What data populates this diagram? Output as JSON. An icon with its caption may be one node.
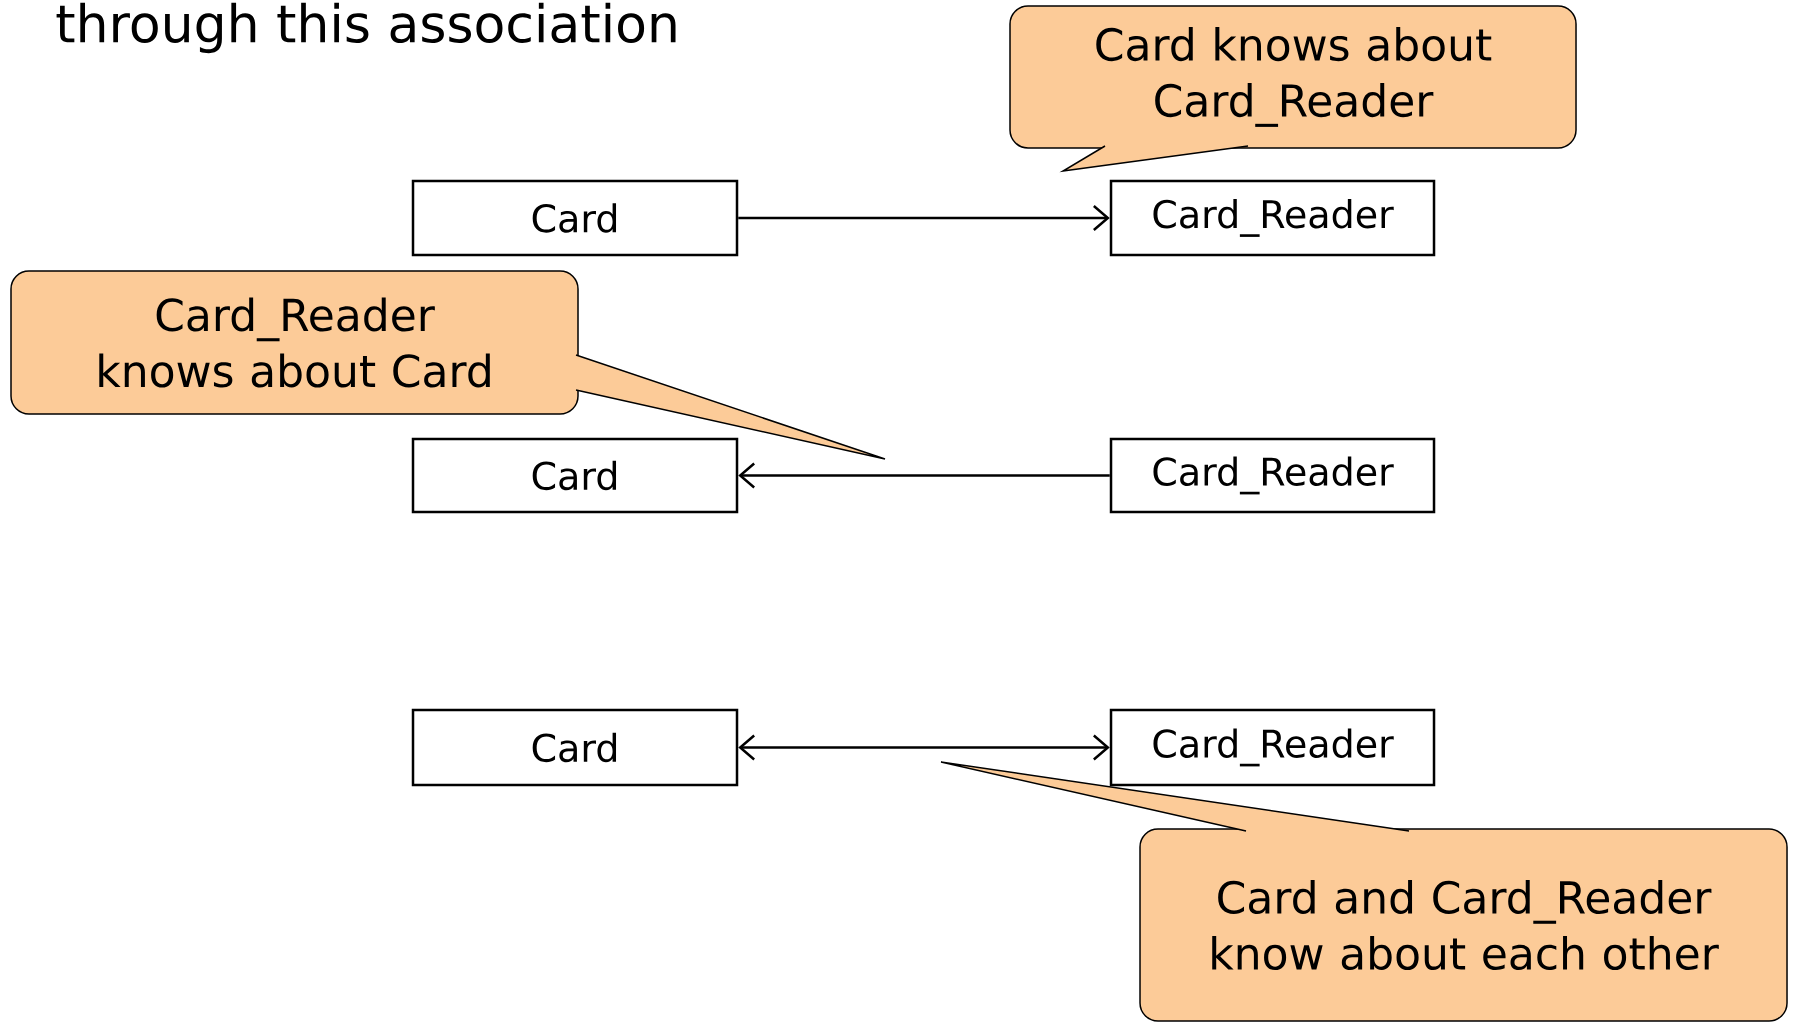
{
  "diagram": {
    "nodes": [
      {
        "text": [
          "Card knows about Card_Reader"
        ]
      },
      {
        "text": [
          "Card"
        ]
      },
      {
        "text": [
          "Card_Reader"
        ]
      },
      {
        "text": [
          "Card_Reader knows about Card"
        ]
      },
      {
        "text": [
          "Card"
        ]
      },
      {
        "text": [
          "Card_Reader"
        ]
      },
      {
        "text": [
          "Card"
        ]
      },
      {
        "text": [
          "Card_Reader"
        ]
      },
      {
        "text": [
          "Card and Card_Reader know about each other"
        ]
      }
    ],
    "edges": [
      {
        "from": 1,
        "to": 2,
        "arrow": "to"
      },
      {
        "from": 5,
        "to": 4,
        "arrow": "to"
      },
      {
        "from": 6,
        "to": 7,
        "arrow": "both"
      }
    ],
    "labels": [
      "through this association"
    ]
  }
}
